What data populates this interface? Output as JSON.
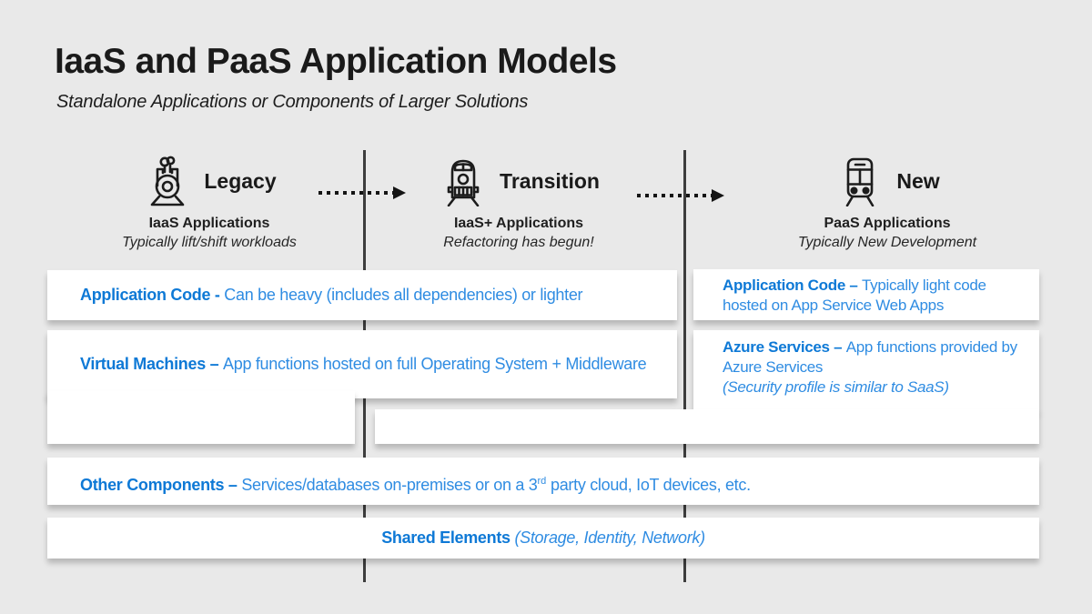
{
  "slide": {
    "title": "IaaS and PaaS Application Models",
    "subtitle": "Standalone Applications or Components of Larger Solutions"
  },
  "stages": [
    {
      "label": "Legacy",
      "icon": "steam-locomotive-icon",
      "app_type": "IaaS Applications",
      "description": "Typically lift/shift workloads"
    },
    {
      "label": "Transition",
      "icon": "locomotive-front-icon",
      "app_type": "IaaS+ Applications",
      "description": "Refactoring has begun!"
    },
    {
      "label": "New",
      "icon": "modern-train-icon",
      "app_type": "PaaS Applications",
      "description": "Typically New Development"
    }
  ],
  "boxes": {
    "app_code_left": {
      "label": "Application Code - ",
      "text": "Can be heavy (includes all dependencies) or lighter"
    },
    "app_code_right": {
      "label": "Application Code – ",
      "text": "Typically light code hosted on App Service Web Apps"
    },
    "virtual_machines": {
      "label": "Virtual Machines – ",
      "text": "App functions hosted on full Operating System + Middleware"
    },
    "azure_services": {
      "label": "Azure Services – ",
      "text": "App functions provided by Azure Services",
      "note": "(Security profile is similar to SaaS)"
    },
    "other_components": {
      "label": "Other Components – ",
      "text_pre": "Services/databases on-premises or on a 3",
      "sup": "rd",
      "text_post": " party cloud, IoT devices, etc."
    },
    "shared_elements": {
      "label": "Shared Elements ",
      "note": "(Storage, Identity, Network)"
    }
  },
  "colors": {
    "accent_bold": "#0e79d6",
    "accent_regular": "#2f8ce2",
    "background": "#e9e9e9",
    "divider": "#3d3d3d",
    "heading_text": "#1a1a1a"
  }
}
